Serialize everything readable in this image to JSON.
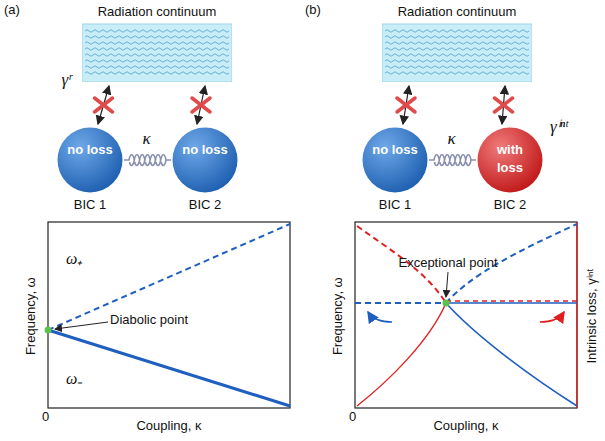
{
  "diagram": {
    "nodes": [
      {
        "text": [
          "Radiation continuum"
        ]
      },
      {
        "text": [
          "no loss",
          "BIC 1"
        ]
      },
      {
        "text": [
          "no loss",
          "BIC 2"
        ]
      },
      {
        "text": [
          "Radiation continuum"
        ]
      },
      {
        "text": [
          "no loss",
          "BIC 1"
        ]
      },
      {
        "text": [
          "with loss",
          "BIC 2"
        ]
      }
    ],
    "edges": [
      {
        "from": 1,
        "to": 2,
        "arrow": "none",
        "label": "κ"
      },
      {
        "from": 1,
        "to": 0,
        "arrow": "both",
        "label": "γʳ"
      },
      {
        "from": 2,
        "to": 0,
        "arrow": "both"
      },
      {
        "from": 4,
        "to": 5,
        "arrow": "none",
        "label": "κ"
      },
      {
        "from": 4,
        "to": 3,
        "arrow": "both"
      },
      {
        "from": 5,
        "to": 3,
        "arrow": "both"
      }
    ],
    "labels": [
      "(a)",
      "(b)",
      "Frequency, ω",
      "Coupling, κ",
      "0",
      "ω₊",
      "ω₋",
      "Diabolic point",
      "Frequency, ω",
      "Coupling, κ",
      "0",
      "Exceptional point",
      "Intrinsic loss, γⁱⁿᵗ",
      "γⁱⁿᵗ"
    ]
  }
}
